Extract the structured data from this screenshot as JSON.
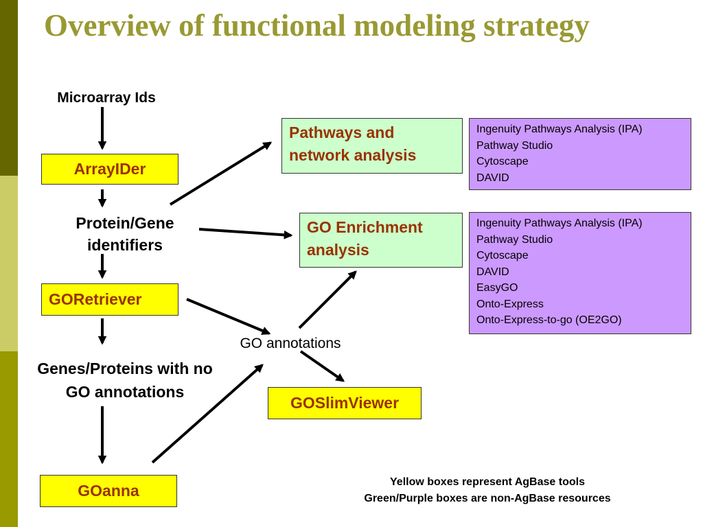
{
  "slide": {
    "title": "Overview of functional modeling strategy"
  },
  "flow": {
    "microarray_ids": "Microarray Ids",
    "arrayider": "ArrayIDer",
    "protein_gene_identifiers": "Protein/Gene identifiers",
    "goretriever": "GORetriever",
    "genes_no_go": "Genes/Proteins with no GO annotations",
    "goanna": "GOanna",
    "go_annotations": "GO annotations",
    "goslimviewer": "GOSlimViewer",
    "pathways_box": "Pathways and network analysis",
    "go_enrichment_box": "GO Enrichment analysis"
  },
  "pathway_tools": [
    "Ingenuity Pathways Analysis (IPA)",
    "Pathway Studio",
    "Cytoscape",
    "DAVID"
  ],
  "enrichment_tools": [
    "Ingenuity Pathways Analysis (IPA)",
    "Pathway Studio",
    "Cytoscape",
    "DAVID",
    "EasyGO",
    "Onto-Express",
    "Onto-Express-to-go (OE2GO)"
  ],
  "legend": {
    "line1": "Yellow boxes represent AgBase tools",
    "line2": "Green/Purple boxes are non-AgBase resources"
  },
  "colors": {
    "title": "#999933",
    "agbase_box": "#ffff00",
    "external_box_green": "#ccffcc",
    "external_box_purple": "#cc99ff",
    "box_text": "#993300",
    "sidebar_dark": "#666600",
    "sidebar_light": "#cccc66",
    "sidebar_mid": "#999900"
  }
}
